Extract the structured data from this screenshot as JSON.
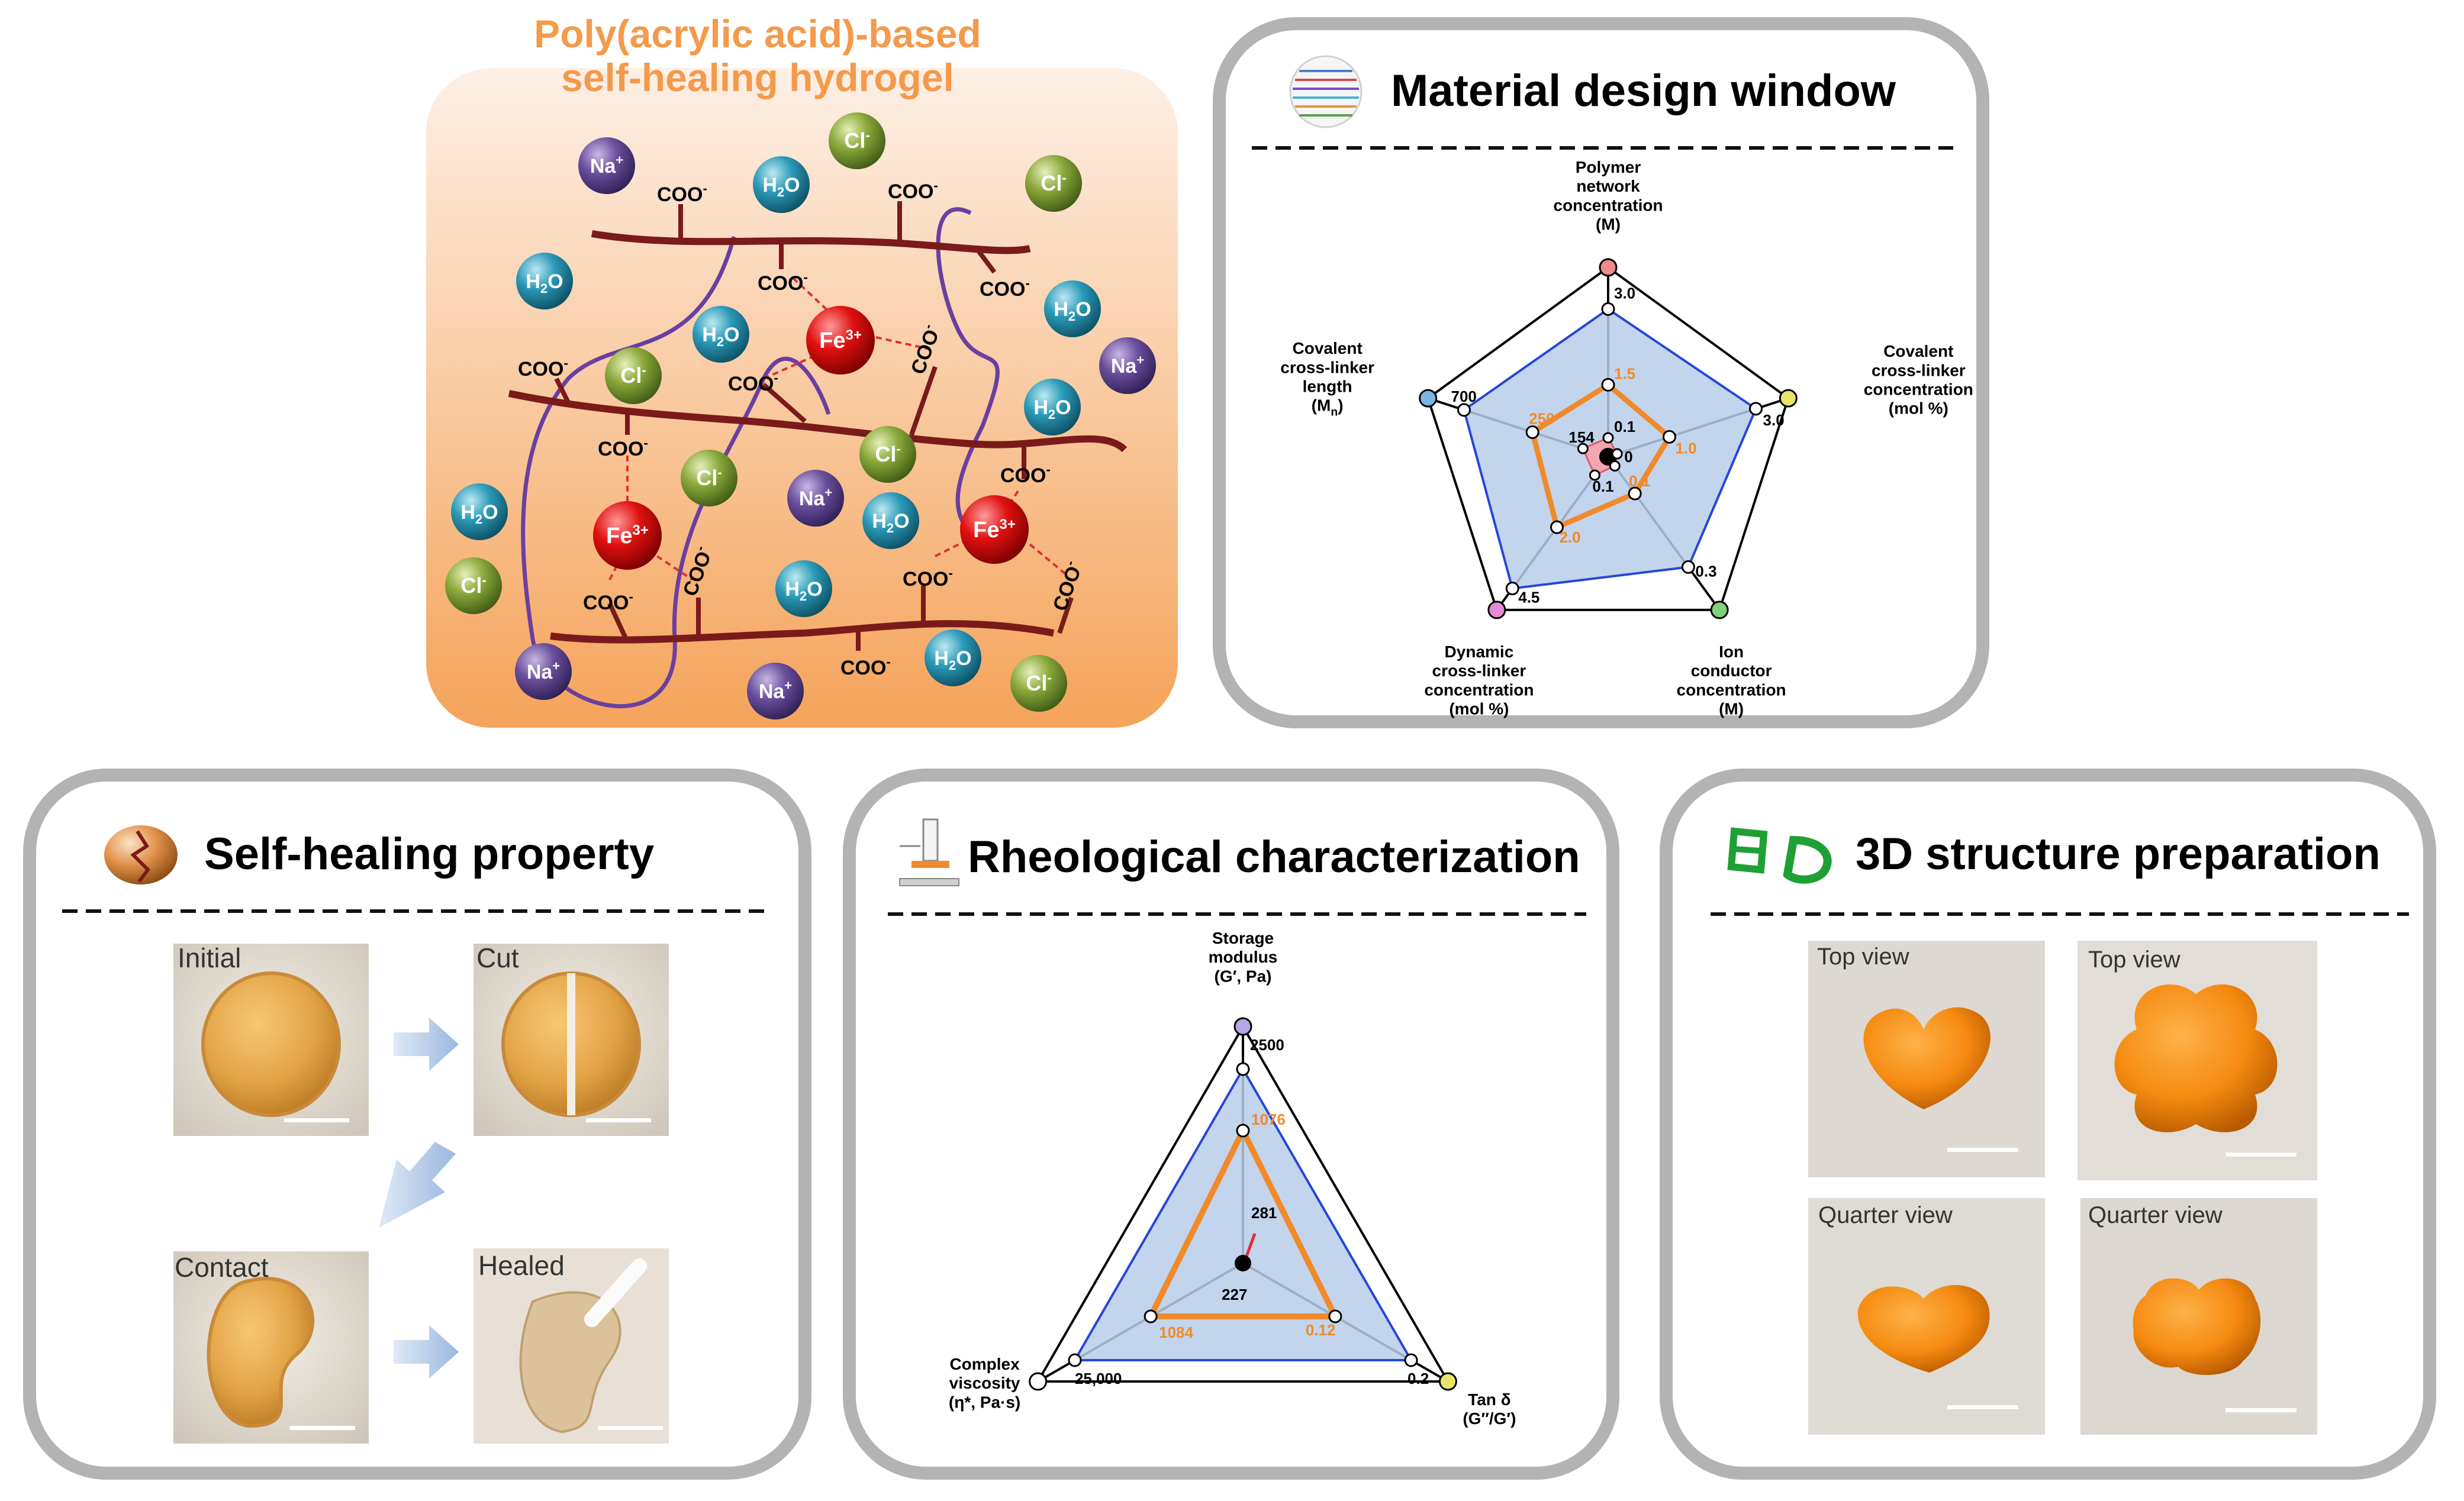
{
  "hydrogel": {
    "title_line1": "Poly(acrylic acid)-based",
    "title_line2": "self-healing hydrogel",
    "carboxylate": "COO",
    "carboxylate_charge": "-",
    "iron": "Fe",
    "iron_charge": "3+",
    "chloride": "Cl",
    "chloride_charge": "-",
    "sodium": "Na",
    "sodium_charge": "+",
    "water_h": "H",
    "water_sub": "2",
    "water_o": "O"
  },
  "panels": {
    "material_design": {
      "title": "Material design window"
    },
    "self_healing": {
      "title": "Self-healing property"
    },
    "rheology": {
      "title": "Rheological characterization"
    },
    "structure_3d": {
      "title": "3D structure preparation"
    }
  },
  "self_healing": {
    "photos": [
      "Initial",
      "Cut",
      "Contact",
      "Healed"
    ]
  },
  "structure_3d": {
    "photos": [
      "Top view",
      "Top view",
      "Quarter view",
      "Quarter view"
    ]
  },
  "colors": {
    "accent_orange": "#f49a4b",
    "blue_region": "#a9c1e6",
    "polymer": "#7a1a1a",
    "crosslinker": "#6a3fa0"
  },
  "chart_data": [
    {
      "type": "radar",
      "axes": [
        {
          "label_lines": [
            "Polymer",
            "network",
            "concentration",
            "(M)"
          ],
          "outer": "3.0",
          "inner": "1.5",
          "center": "0.1"
        },
        {
          "label_lines": [
            "Covalent",
            "cross-linker",
            "concentration",
            "(mol %)"
          ],
          "outer": "3.0",
          "inner": "1.0",
          "center": "0"
        },
        {
          "label_lines": [
            "Ion",
            "conductor",
            "concentration",
            "(M)"
          ],
          "outer": "0.3",
          "inner": "0.1",
          "center": ""
        },
        {
          "label_lines": [
            "Dynamic",
            "cross-linker",
            "concentration",
            "(mol %)"
          ],
          "outer": "4.5",
          "inner": "2.0",
          "center": "0.1"
        },
        {
          "label_lines": [
            "Covalent",
            "cross-linker",
            "length",
            "(M",
            "n",
            ")"
          ],
          "outer": "700",
          "inner": "250",
          "center": "154"
        }
      ],
      "series": [
        {
          "level": "outer",
          "values": [
            3.0,
            3.0,
            0.3,
            4.5,
            700
          ]
        },
        {
          "level": "inner",
          "values": [
            1.5,
            1.0,
            0.1,
            2.0,
            250
          ]
        },
        {
          "level": "center",
          "values": [
            0.1,
            0,
            0,
            0.1,
            154
          ]
        }
      ]
    },
    {
      "type": "radar",
      "axes": [
        {
          "label_lines": [
            "Storage",
            "modulus",
            "(G′, Pa)"
          ],
          "outer": "2500",
          "inner": "1076",
          "center": "281"
        },
        {
          "label_lines": [
            "Tan δ",
            "(G″/G′)"
          ],
          "outer": "0.2",
          "inner": "0.12",
          "center": ""
        },
        {
          "label_lines": [
            "Complex",
            "viscosity",
            "(η*, Pa·s)"
          ],
          "outer": "25,000",
          "inner": "1084",
          "center": "227"
        }
      ],
      "series": [
        {
          "level": "outer",
          "values": [
            2500,
            0.2,
            25000
          ]
        },
        {
          "level": "inner",
          "values": [
            1076,
            0.12,
            1084
          ]
        },
        {
          "level": "center",
          "values": [
            281,
            0,
            227
          ]
        }
      ]
    }
  ]
}
